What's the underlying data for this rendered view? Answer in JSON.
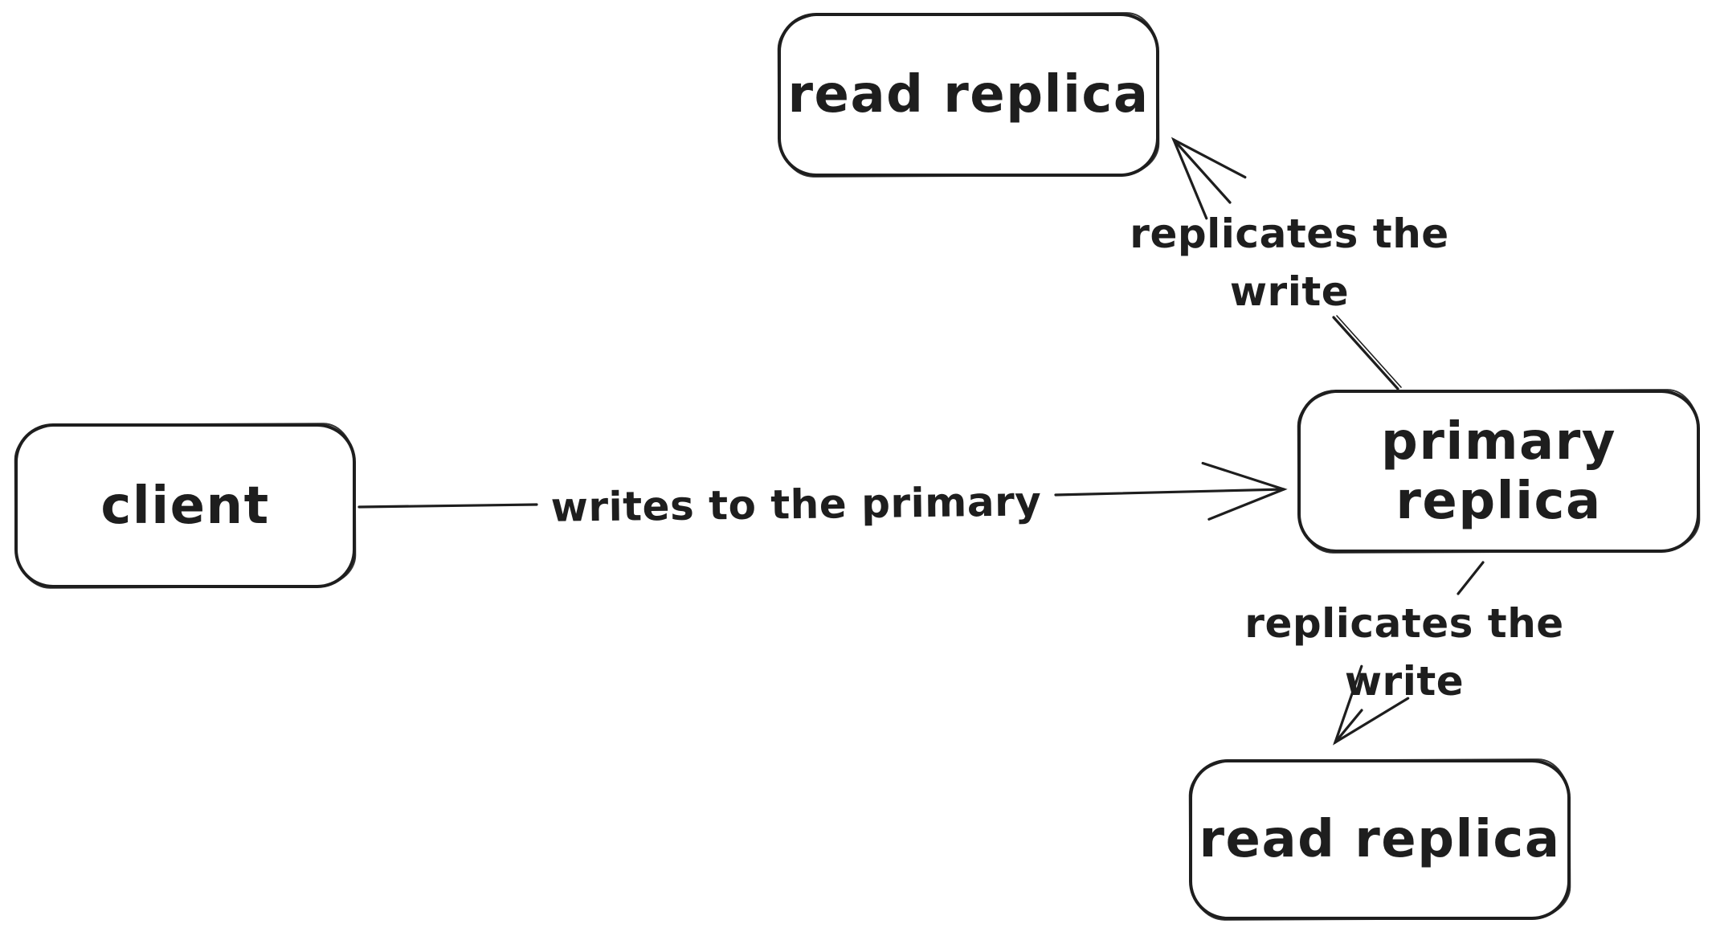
{
  "diagram": {
    "background": "#ffffff",
    "stroke_color": "#1e1e1e",
    "nodes": [
      {
        "id": "read-replica-top",
        "label": "read replica"
      },
      {
        "id": "client",
        "label": "client"
      },
      {
        "id": "primary-replica",
        "label": "primary replica"
      },
      {
        "id": "read-replica-bottom",
        "label": "read replica"
      }
    ],
    "edges": [
      {
        "id": "client-to-primary",
        "from": "client",
        "to": "primary-replica",
        "label": "writes to the primary"
      },
      {
        "id": "primary-to-top-read-replica",
        "from": "primary-replica",
        "to": "read-replica-top",
        "label": "replicates the write"
      },
      {
        "id": "primary-to-bottom-read-replica",
        "from": "primary-replica",
        "to": "read-replica-bottom",
        "label": "replicates the write"
      }
    ]
  }
}
